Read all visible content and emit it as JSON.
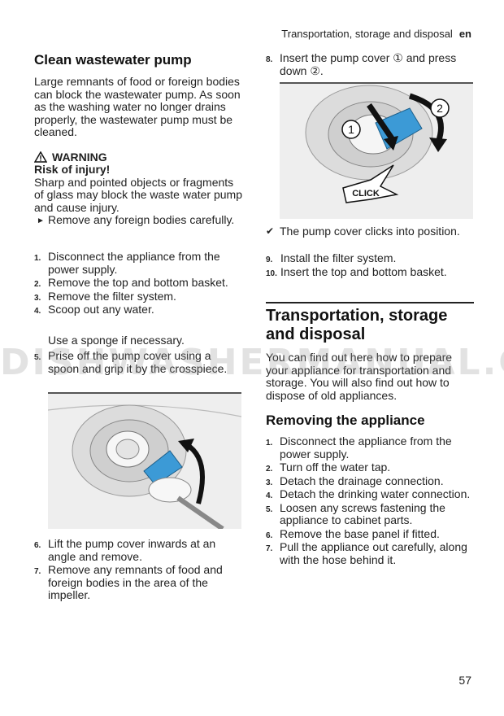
{
  "header": {
    "section": "Transportation, storage and disposal",
    "lang": "en"
  },
  "left": {
    "title": "Clean wastewater pump",
    "intro": "Large remnants of food or foreign bodies can block the wastewater pump. As soon as the washing water no longer drains properly, the wastewater pump must be cleaned.",
    "warning_label": "WARNING",
    "warning_risk": "Risk of injury!",
    "warning_text": "Sharp and pointed objects or fragments of glass may block the waste water pump and cause injury.",
    "warning_action": "Remove any foreign bodies carefully.",
    "steps": [
      {
        "n": "1.",
        "text": "Disconnect the appliance from the power supply."
      },
      {
        "n": "2.",
        "text": "Remove the top and bottom basket."
      },
      {
        "n": "3.",
        "text": "Remove the filter system."
      },
      {
        "n": "4.",
        "text": "Scoop out any water."
      }
    ],
    "step4_note": "Use a sponge if necessary.",
    "step5": {
      "n": "5.",
      "text": "Prise off the pump cover using a spoon and grip it by the crosspiece."
    },
    "steps_b": [
      {
        "n": "6.",
        "text": "Lift the pump cover inwards at an angle and remove."
      },
      {
        "n": "7.",
        "text": "Remove any remnants of food and foreign bodies in the area of the impeller."
      }
    ]
  },
  "right": {
    "step8": {
      "n": "8.",
      "text": "Insert the pump cover ① and press down ②."
    },
    "click_label": "CLICK",
    "callout1": "1",
    "callout2": "2",
    "result": "The pump cover clicks into position.",
    "steps": [
      {
        "n": "9.",
        "text": "Install the filter system."
      },
      {
        "n": "10.",
        "text": "Insert the top and bottom basket."
      }
    ],
    "section_title": "Transportation, storage and disposal",
    "section_intro": "You can find out here how to prepare your appliance for transportation and storage. You will also find out how to dispose of old appliances.",
    "sub_title": "Removing the appliance",
    "remove_steps": [
      {
        "n": "1.",
        "text": "Disconnect the appliance from the power supply."
      },
      {
        "n": "2.",
        "text": "Turn off the water tap."
      },
      {
        "n": "3.",
        "text": "Detach the drainage connection."
      },
      {
        "n": "4.",
        "text": "Detach the drinking water connection."
      },
      {
        "n": "5.",
        "text": "Loosen any screws fastening the appliance to cabinet parts."
      },
      {
        "n": "6.",
        "text": "Remove the base panel if fitted."
      },
      {
        "n": "7.",
        "text": "Pull the appliance out carefully, along with the hose behind it."
      }
    ]
  },
  "watermark": "DISHWASHERMANUAL.COM",
  "page_number": "57"
}
